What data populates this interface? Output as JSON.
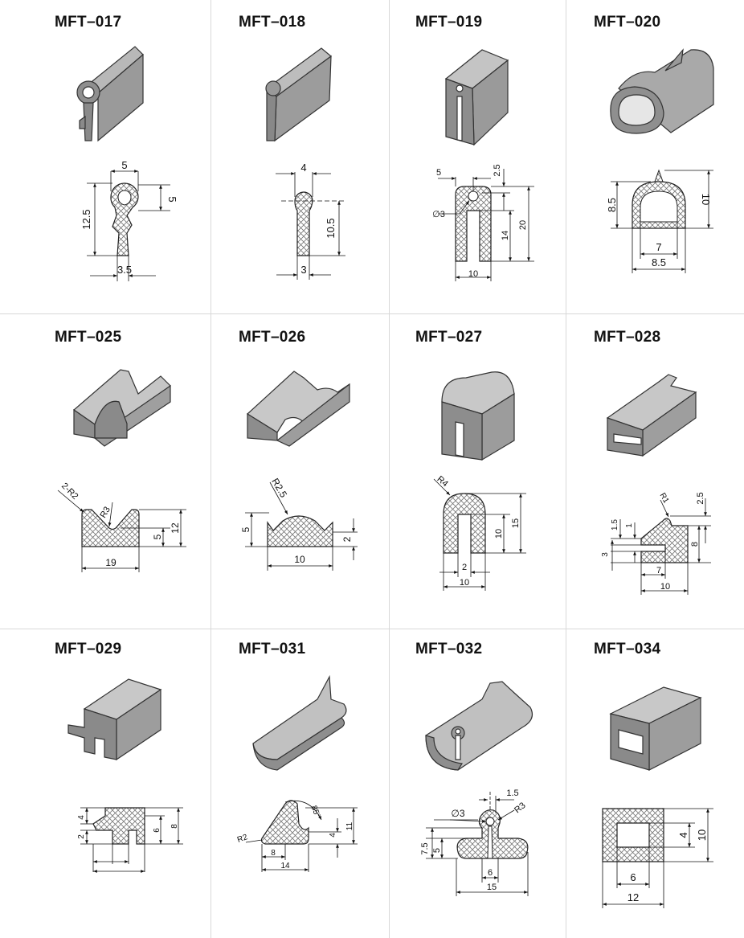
{
  "colors": {
    "solid": "#8a8a8a",
    "solid_light": "#b7b7b7",
    "outline": "#333333",
    "hatch": "#777777"
  },
  "products": [
    {
      "code": "MFT–017",
      "dims": [
        "5",
        "5",
        "12.5",
        "3.5"
      ]
    },
    {
      "code": "MFT–018",
      "dims": [
        "4",
        "10.5",
        "3"
      ]
    },
    {
      "code": "MFT–019",
      "dims": [
        "5",
        "2.5",
        "∅3",
        "14",
        "20",
        "10"
      ]
    },
    {
      "code": "MFT–020",
      "dims": [
        "8.5",
        "10",
        "7",
        "8.5"
      ]
    },
    {
      "code": "MFT–025",
      "dims": [
        "2-R2",
        "R3",
        "5",
        "12",
        "19"
      ]
    },
    {
      "code": "MFT–026",
      "dims": [
        "R2.5",
        "5",
        "2",
        "10"
      ]
    },
    {
      "code": "MFT–027",
      "dims": [
        "R4",
        "10",
        "15",
        "2",
        "10"
      ]
    },
    {
      "code": "MFT–028",
      "dims": [
        "R1",
        "2.5",
        "1.5",
        "1",
        "8",
        "3",
        "7",
        "10"
      ]
    },
    {
      "code": "MFT–029",
      "dims": [
        "4",
        "2",
        "6",
        "8"
      ]
    },
    {
      "code": "MFT–031",
      "dims": [
        "R2",
        "85°",
        "11",
        "4",
        "8",
        "14"
      ]
    },
    {
      "code": "MFT–032",
      "dims": [
        "1.5",
        "∅3",
        "R3",
        "7.5",
        "5",
        "6",
        "15"
      ]
    },
    {
      "code": "MFT–034",
      "dims": [
        "10",
        "4",
        "6",
        "12"
      ]
    }
  ]
}
